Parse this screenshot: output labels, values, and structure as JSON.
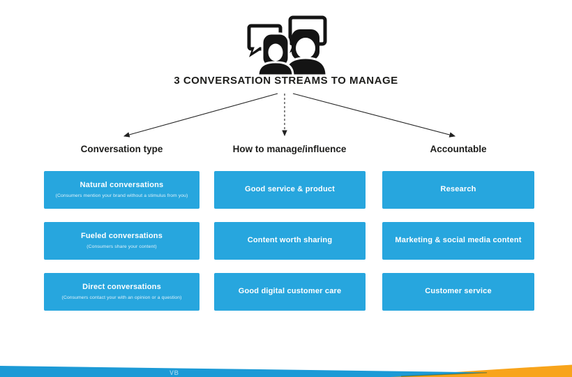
{
  "header": {
    "icon": "two-people-speech-bubbles-icon",
    "title": "3 CONVERSATION STREAMS TO MANAGE"
  },
  "columns": [
    {
      "heading": "Conversation type",
      "items": [
        {
          "title": "Natural conversations",
          "subtitle": "(Consumers mention your brand without a stimulus from you)"
        },
        {
          "title": "Fueled conversations",
          "subtitle": "(Consumers share your content)"
        },
        {
          "title": "Direct conversations",
          "subtitle": "(Consumers contact your with an opinion or a question)"
        }
      ]
    },
    {
      "heading": "How to manage/influence",
      "items": [
        {
          "title": "Good service & product"
        },
        {
          "title": "Content worth sharing"
        },
        {
          "title": "Good digital customer care"
        }
      ]
    },
    {
      "heading": "Accountable",
      "items": [
        {
          "title": "Research"
        },
        {
          "title": "Marketing & social media content"
        },
        {
          "title": "Customer service"
        }
      ]
    }
  ],
  "footer": {
    "mark": "VB"
  },
  "colors": {
    "box_blue": "#27a6de",
    "band_blue": "#1c9ad6",
    "band_orange": "#f8a41b",
    "ink": "#1d1d1b"
  }
}
